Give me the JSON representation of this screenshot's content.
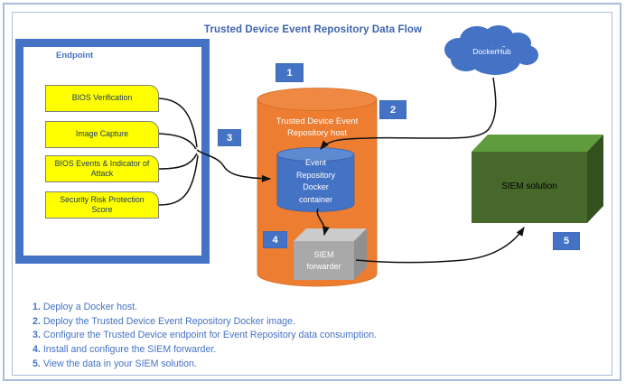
{
  "title": "Trusted Device Event Repository Data Flow",
  "endpoint": {
    "label": "Endpoint",
    "items": [
      "BIOS Verification",
      "Image Capture",
      "BIOS Events & Indicator of Attack",
      "Security Risk Protection Score"
    ]
  },
  "host": {
    "label": "Trusted Device Event Repository host"
  },
  "container": {
    "label": "Event Repository Docker container"
  },
  "forwarder": {
    "label": "SIEM forwarder"
  },
  "dockerhub": {
    "label": "DockerHub"
  },
  "siem": {
    "label": "SIEM solution"
  },
  "badges": {
    "b1": "1",
    "b2": "2",
    "b3": "3",
    "b4": "4",
    "b5": "5"
  },
  "steps": [
    {
      "num": "1.",
      "text": "Deploy a Docker host."
    },
    {
      "num": "2.",
      "text": "Deploy the Trusted Device Event Repository Docker image."
    },
    {
      "num": "3.",
      "text": "Configure the Trusted Device endpoint for Event Repository data consumption."
    },
    {
      "num": "4.",
      "text": "Install and configure the SIEM forwarder."
    },
    {
      "num": "5.",
      "text": "View the data in your SIEM solution."
    }
  ],
  "colors": {
    "accent": "#4472C4",
    "orange": "#ED7D31",
    "yellow": "#FFFF00",
    "yellow_border": "#7F7F7F",
    "navy_text": "#1F3864",
    "green_front": "#47682B",
    "green_top": "#5F9C3E",
    "green_side": "#33511E",
    "gray_front": "#A9A9A9",
    "gray_top": "#CBCBCB",
    "gray_side": "#909090",
    "line": "#111111",
    "title_blue": "#3D63B0",
    "steps_blue": "#4472C4",
    "frame_light": "#A9BCDF"
  }
}
